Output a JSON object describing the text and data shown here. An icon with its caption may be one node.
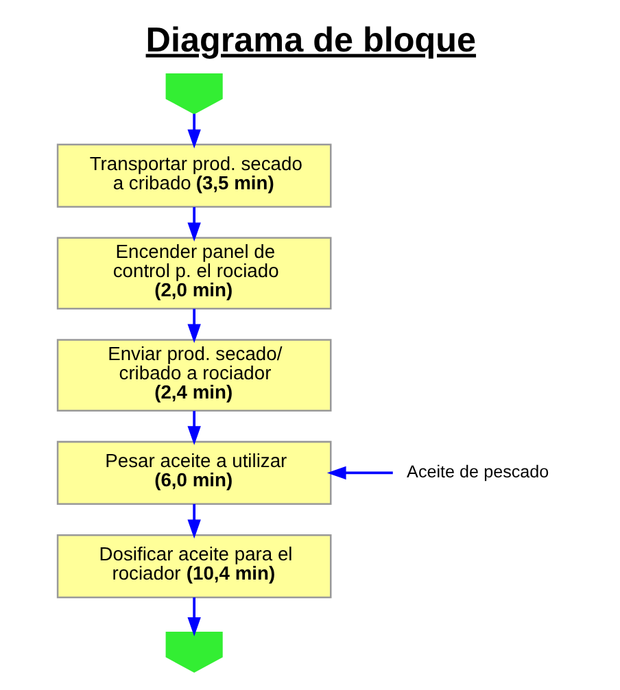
{
  "diagram": {
    "title": "Diagrama de bloque",
    "nodes": [
      {
        "text": [],
        "shape": "pentagon"
      },
      {
        "text": [
          "Transportar prod. secado a cribado **(3,5 min)**"
        ]
      },
      {
        "text": [
          "Encender panel de control p. el rociado **(2,0 min)**"
        ]
      },
      {
        "text": [
          "Enviar prod. secado/ cribado a rociador **(2,4 min)**"
        ]
      },
      {
        "text": [
          "Pesar aceite a utilizar **(6,0 min)**"
        ]
      },
      {
        "text": [
          "Dosificar aceite para el rociador **(10,4 min)**"
        ]
      },
      {
        "text": [
          "Aceite de pescado"
        ]
      },
      {
        "text": [],
        "shape": "pentagon"
      }
    ],
    "edges": [
      {
        "from": 0,
        "to": 1,
        "arrow": "to"
      },
      {
        "from": 1,
        "to": 2,
        "arrow": "to"
      },
      {
        "from": 2,
        "to": 3,
        "arrow": "to"
      },
      {
        "from": 3,
        "to": 4,
        "arrow": "to"
      },
      {
        "from": 6,
        "to": 4,
        "arrow": "to"
      },
      {
        "from": 4,
        "to": 5,
        "arrow": "to"
      },
      {
        "from": 5,
        "to": 7,
        "arrow": "to"
      }
    ]
  }
}
